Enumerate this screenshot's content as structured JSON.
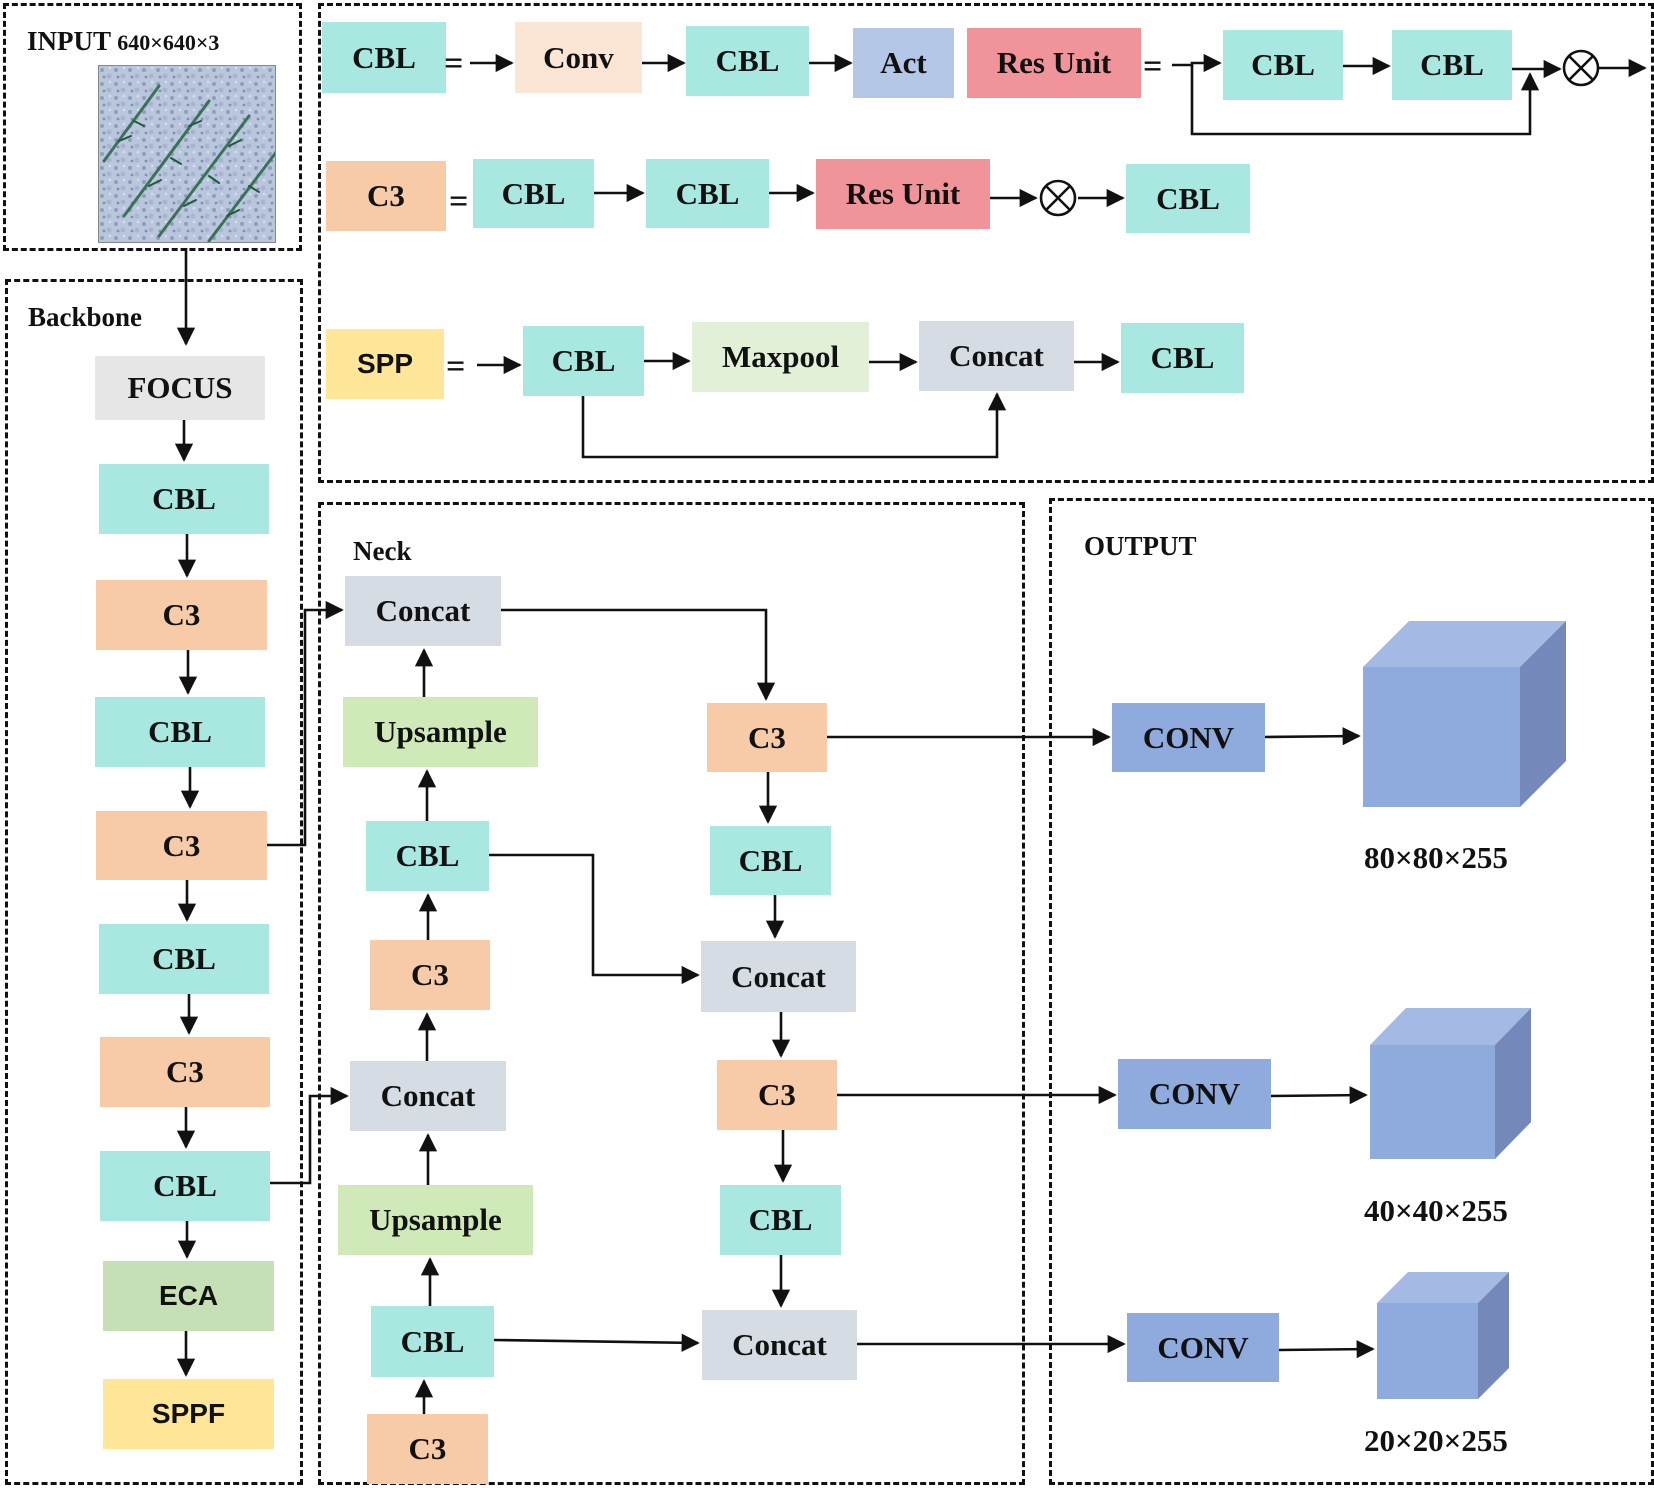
{
  "panels": {
    "input": "INPUT",
    "input_size": "640×640×3",
    "backbone": "Backbone",
    "neck": "Neck",
    "output": "OUTPUT"
  },
  "legend": {
    "row1": {
      "cbl": "CBL",
      "conv": "Conv",
      "cbl2": "CBL",
      "act": "Act",
      "res": "Res Unit",
      "cbl3": "CBL",
      "cbl4": "CBL"
    },
    "row2": {
      "c3": "C3",
      "cbl": "CBL",
      "cbl2": "CBL",
      "res": "Res Unit",
      "cbl3": "CBL"
    },
    "row3": {
      "spp": "SPP",
      "cbl": "CBL",
      "maxpool": "Maxpool",
      "concat": "Concat",
      "cbl2": "CBL"
    },
    "equals": "=",
    "multiply": "⊗"
  },
  "backbone": {
    "blocks": [
      "FOCUS",
      "CBL",
      "C3",
      "CBL",
      "C3",
      "CBL",
      "C3",
      "CBL",
      "ECA",
      "SPPF"
    ]
  },
  "neck": {
    "left": [
      "Concat",
      "Upsample",
      "CBL",
      "C3",
      "Concat",
      "Upsample",
      "CBL",
      "C3"
    ],
    "right": [
      "C3",
      "CBL",
      "Concat",
      "C3",
      "CBL",
      "Concat"
    ]
  },
  "output": {
    "conv": [
      "CONV",
      "CONV",
      "CONV"
    ],
    "dims": [
      "80×80×255",
      "40×40×255",
      "20×20×255"
    ]
  },
  "colors": {
    "cbl": "#a9e8e0",
    "c3": "#f7cba8",
    "concat": "#d6dce4",
    "upsample": "#cfeab8",
    "res_unit": "#f0949a",
    "act": "#b4c7e7",
    "conv": "#fbe5d4",
    "spp": "#ffe699",
    "eca": "#c5e0b4",
    "focus": "#e6e6e6",
    "output_conv": "#8faadc",
    "cube": "#8faadc"
  }
}
